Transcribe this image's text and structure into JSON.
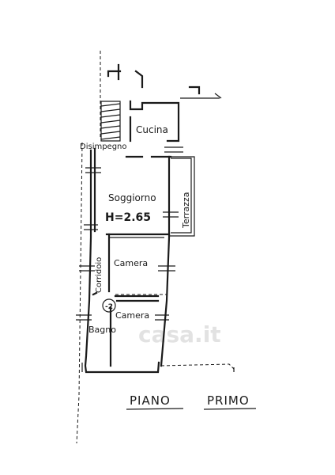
{
  "rooms": {
    "cucina": "Cucina",
    "disimpegno": "Disimpegno",
    "soggiorno": "Soggiorno",
    "height": "H=2.65",
    "terrazza": "Terrazza",
    "camera1": "Camera",
    "corridoio": "Corridoio",
    "camera2": "Camera",
    "bagno": "Bagno"
  },
  "floor_title": {
    "word1": "PIANO",
    "word2": "PRIMO"
  },
  "watermark": "casa.it"
}
